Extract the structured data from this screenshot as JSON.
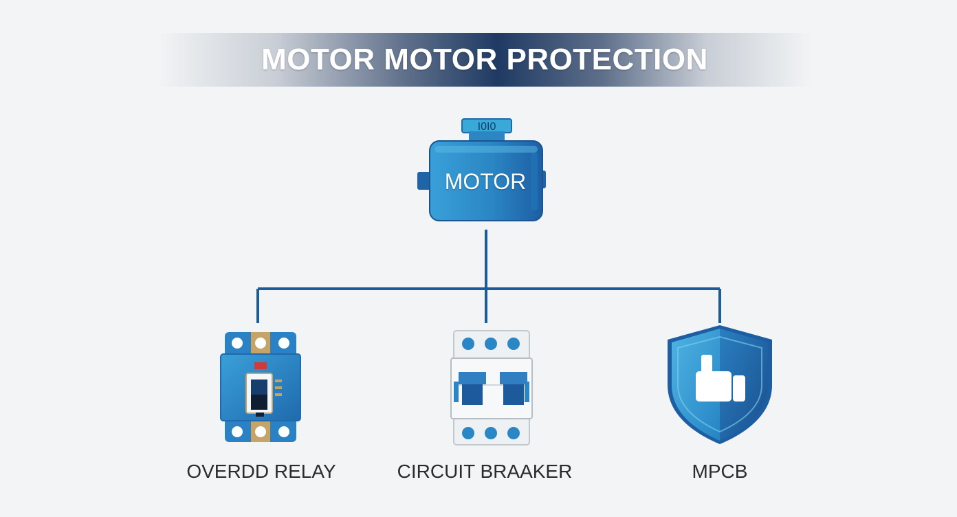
{
  "header": {
    "title": "MOTOR MOTOR PROTECTION"
  },
  "motor": {
    "label": "MOTOR",
    "terminal_text": "I0I0"
  },
  "devices": [
    {
      "name": "overload-relay",
      "label": "OVERDD RELAY",
      "icon": "overload-relay-icon"
    },
    {
      "name": "circuit-breaker",
      "label": "CIRCUIT BRAAKER",
      "icon": "circuit-breaker-icon"
    },
    {
      "name": "mpcb",
      "label": "MPCB",
      "icon": "shield-thumb-icon"
    }
  ],
  "colors": {
    "background": "#f2f4f5",
    "banner_dark": "#1f3a63",
    "connector": "#1d5a9c",
    "motor_body": "#2a86c4",
    "device_blue": "#2b82c4",
    "label_text": "#2b2b2b"
  }
}
